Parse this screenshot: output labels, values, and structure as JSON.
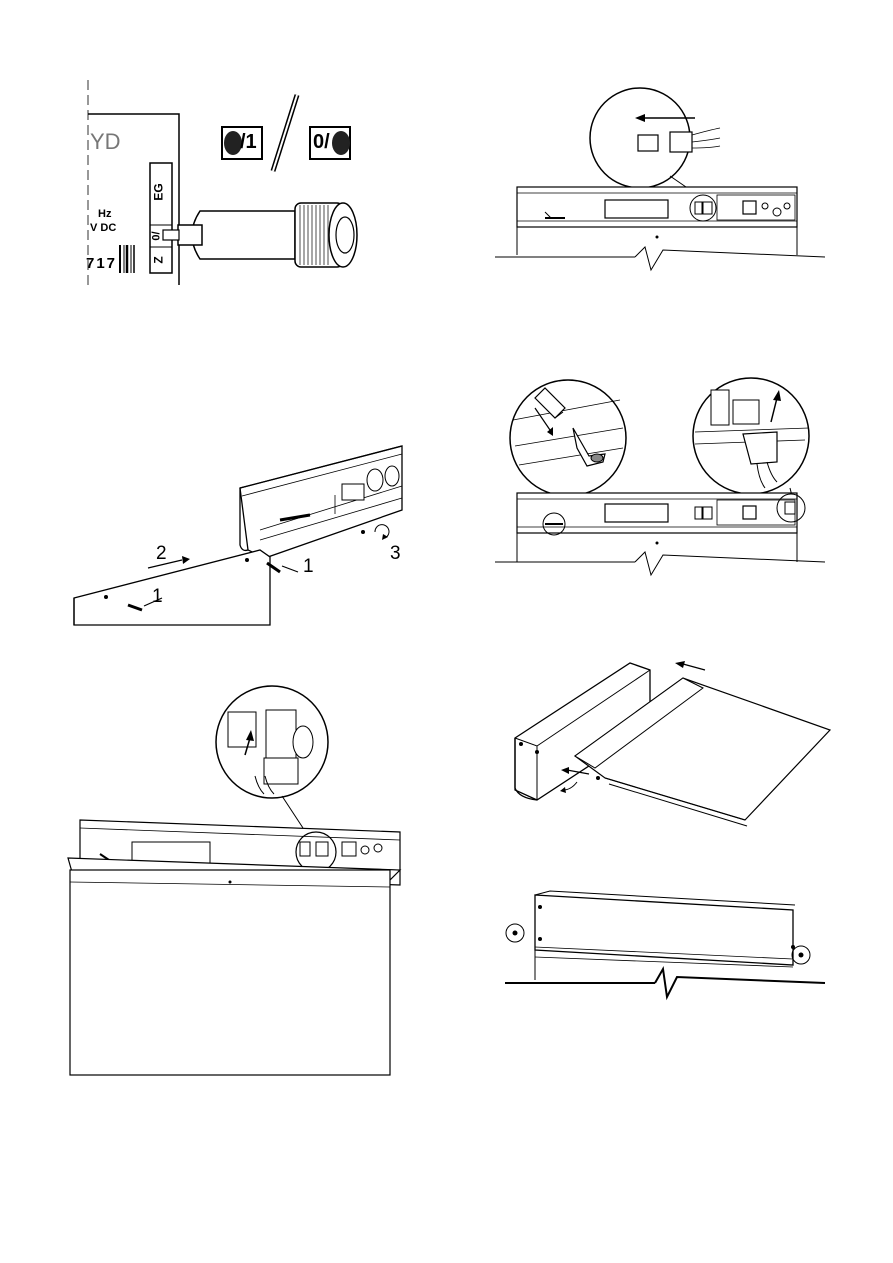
{
  "step1": {
    "label_partial_model": "YD",
    "label_freq": "Hz",
    "label_voltage": "V DC",
    "label_serial": "717",
    "label_side_code": "EG",
    "label_side_z": "Z",
    "label_switch_side": "0/",
    "switch_on_label": "/1",
    "switch_off_label": "0/"
  },
  "step3": {
    "callout_slide": "2",
    "callout_screw_right": "1",
    "callout_screw_left": "1",
    "callout_rotate": "3"
  }
}
